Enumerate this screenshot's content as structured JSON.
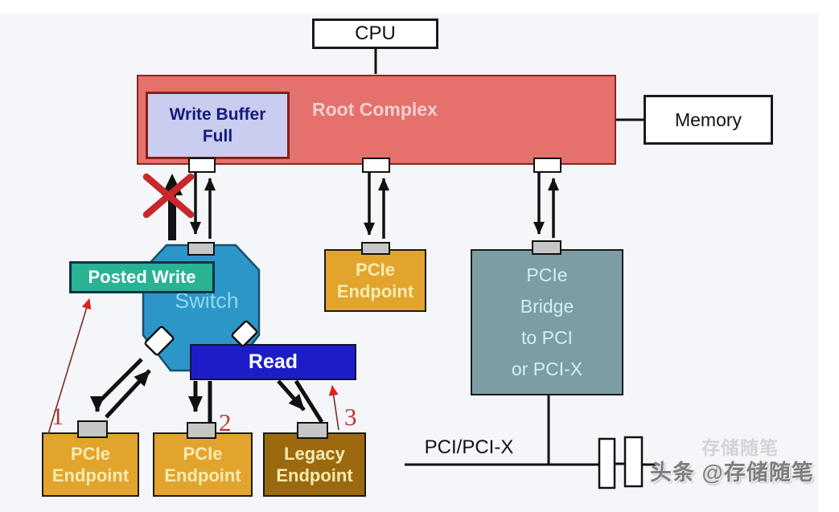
{
  "diagram_title": "PCIe flow control / transaction routing diagram",
  "nodes": {
    "cpu": {
      "label": "CPU"
    },
    "root_complex": {
      "label": "Root Complex"
    },
    "write_buffer": {
      "line1": "Write Buffer",
      "line2": "Full"
    },
    "memory": {
      "label": "Memory"
    },
    "switch": {
      "label": "Switch"
    },
    "posted_write": {
      "label": "Posted Write"
    },
    "read": {
      "label": "Read"
    },
    "endpoint_mid": {
      "line1": "PCIe",
      "line2": "Endpoint"
    },
    "bridge": {
      "line1": "PCIe",
      "line2": "Bridge",
      "line3": "to PCI",
      "line4": "or PCI-X"
    },
    "endpoint_1": {
      "line1": "PCIe",
      "line2": "Endpoint",
      "marker": "1"
    },
    "endpoint_2": {
      "line1": "PCIe",
      "line2": "Endpoint",
      "marker": "2"
    },
    "endpoint_3": {
      "line1": "Legacy",
      "line2": "Endpoint",
      "marker": "3"
    }
  },
  "bus": {
    "label": "PCI/PCI-X"
  },
  "watermark": {
    "text": "头条 @存储随笔",
    "ghost": "存储随笔"
  },
  "colors": {
    "root_complex_fill": "#e4716b",
    "write_buffer_fill": "#c9cef0",
    "write_buffer_text": "#18187e",
    "switch_fill": "#2d96c8",
    "switch_text": "#8fd8f0",
    "posted_write_fill": "#29b294",
    "read_fill": "#1d1dc8",
    "endpoint_fill": "#e2a42c",
    "legacy_endpoint_fill": "#9c690f",
    "endpoint_text": "#f7ecb0",
    "bridge_fill": "#7d9da4",
    "bridge_text": "#d3edf4",
    "blocked_x": "#c8282a",
    "marker_numbers": "#b93634",
    "connector_gray": "#c6c6c6"
  }
}
